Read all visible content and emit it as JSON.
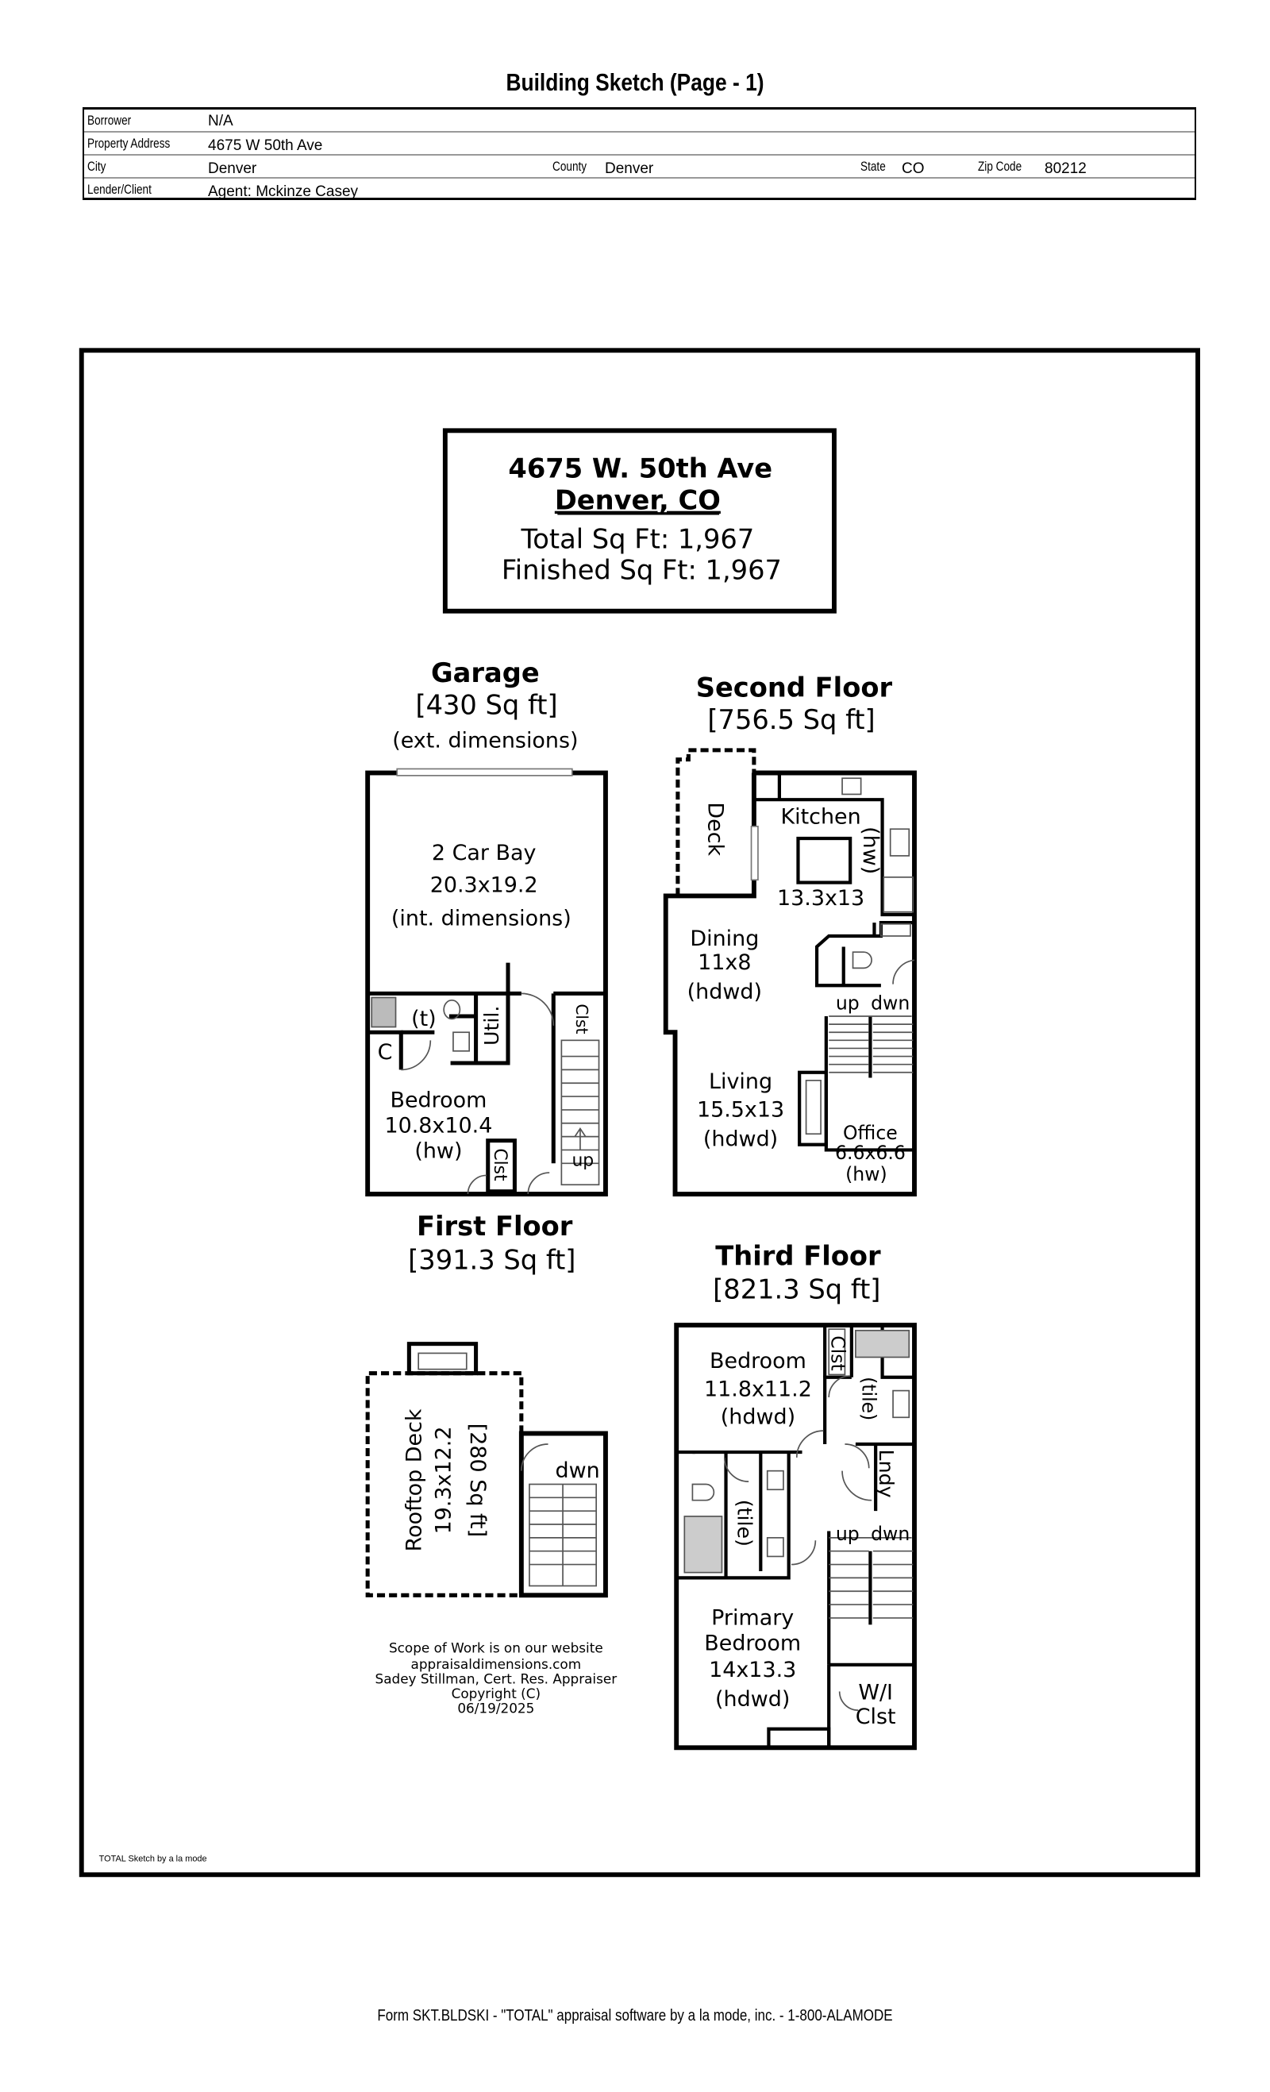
{
  "title": "Building Sketch (Page - 1)",
  "header": {
    "borrower_label": "Borrower",
    "borrower": "N/A",
    "address_label": "Property Address",
    "address": "4675 W 50th Ave",
    "city_label": "City",
    "city": "Denver",
    "county_label": "County",
    "county": "Denver",
    "state_label": "State",
    "state": "CO",
    "zip_label": "Zip Code",
    "zip": "80212",
    "lender_label": "Lender/Client",
    "lender": "Agent: Mckinze Casey"
  },
  "summary": {
    "address": "4675 W. 50th Ave",
    "city": "Denver, CO",
    "total": "Total Sq Ft: 1,967",
    "finished": "Finished Sq Ft: 1,967"
  },
  "garage": {
    "title": "Garage",
    "area": "[430 Sq ft]",
    "note": "(ext. dimensions)",
    "bay": "2 Car Bay",
    "bay_dim": "20.3x19.2",
    "bay_note": "(int. dimensions)",
    "bath": "(t)",
    "util": "Util.",
    "clst1": "Clst",
    "c": "C",
    "bedroom": "Bedroom",
    "bedroom_dim": "10.8x10.4",
    "bedroom_floor": "(hw)",
    "clst2": "Clst",
    "up": "up"
  },
  "first_floor": {
    "title": "First Floor",
    "area": "[391.3 Sq ft]"
  },
  "second_floor": {
    "title": "Second Floor",
    "area": "[756.5 Sq ft]",
    "deck": "Deck",
    "kitchen": "Kitchen",
    "kitchen_floor": "(hw)",
    "kitchen_dim": "13.3x13",
    "dining": "Dining",
    "dining_dim": "11x8",
    "dining_floor": "(hdwd)",
    "up": "up",
    "dwn": "dwn",
    "living": "Living",
    "living_dim": "15.5x13",
    "living_floor": "(hdwd)",
    "office": "Office",
    "office_dim": "6.6x6.6",
    "office_floor": "(hw)"
  },
  "third_floor": {
    "title": "Third Floor",
    "area": "[821.3 Sq ft]",
    "clst": "Clst",
    "bedroom": "Bedroom",
    "bedroom_dim": "11.8x11.2",
    "bedroom_floor": "(hdwd)",
    "bath1": "(tile)",
    "lndy": "Lndy",
    "bath2": "(tile)",
    "up": "up",
    "dwn": "dwn",
    "primary1": "Primary",
    "primary2": "Bedroom",
    "primary_dim": "14x13.3",
    "primary_floor": "(hdwd)",
    "wi1": "W/I",
    "wi2": "Clst"
  },
  "rooftop": {
    "name": "Rooftop Deck",
    "dim": "19.3x12.2",
    "area": "[280 Sq ft]",
    "dwn": "dwn"
  },
  "credits": [
    "Scope of Work is on our website",
    "appraisaldimensions.com",
    "Sadey Stillman, Cert. Res. Appraiser",
    "Copyright (C)",
    "06/19/2025"
  ],
  "software_note": "TOTAL Sketch by a la mode",
  "footer": "Form SKT.BLDSKI - \"TOTAL\" appraisal software by a la mode, inc. - 1-800-ALAMODE"
}
